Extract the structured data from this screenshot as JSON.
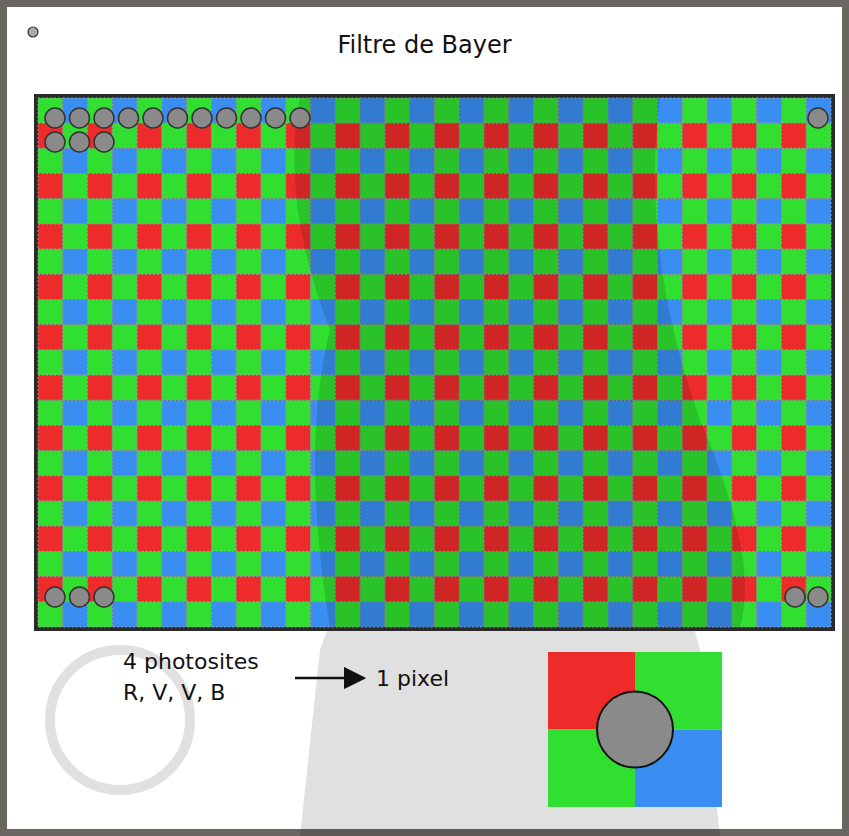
{
  "diagram": {
    "title": "Filtre de Bayer",
    "labels": [
      "4 photosites",
      "R, V, V, B",
      "1 pixel"
    ]
  }
}
